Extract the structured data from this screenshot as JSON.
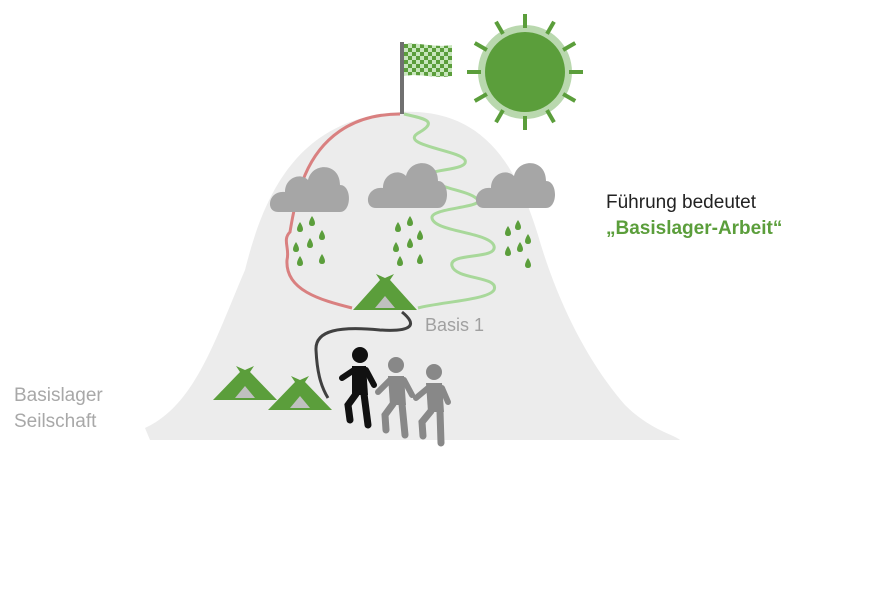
{
  "labels": {
    "basis1": "Basis 1",
    "basislager": "Basislager",
    "seilschaft": "Seilschaft",
    "headline_line1": "Führung bedeutet",
    "headline_line2": "„Basislager-Arbeit“"
  },
  "colors": {
    "green": "#5b9e3b",
    "light_green": "#a8d89a",
    "red_path": "#d98080",
    "mountain": "#ececec",
    "cloud": "#a6a6a6",
    "gray_text": "#a0a0a0"
  }
}
